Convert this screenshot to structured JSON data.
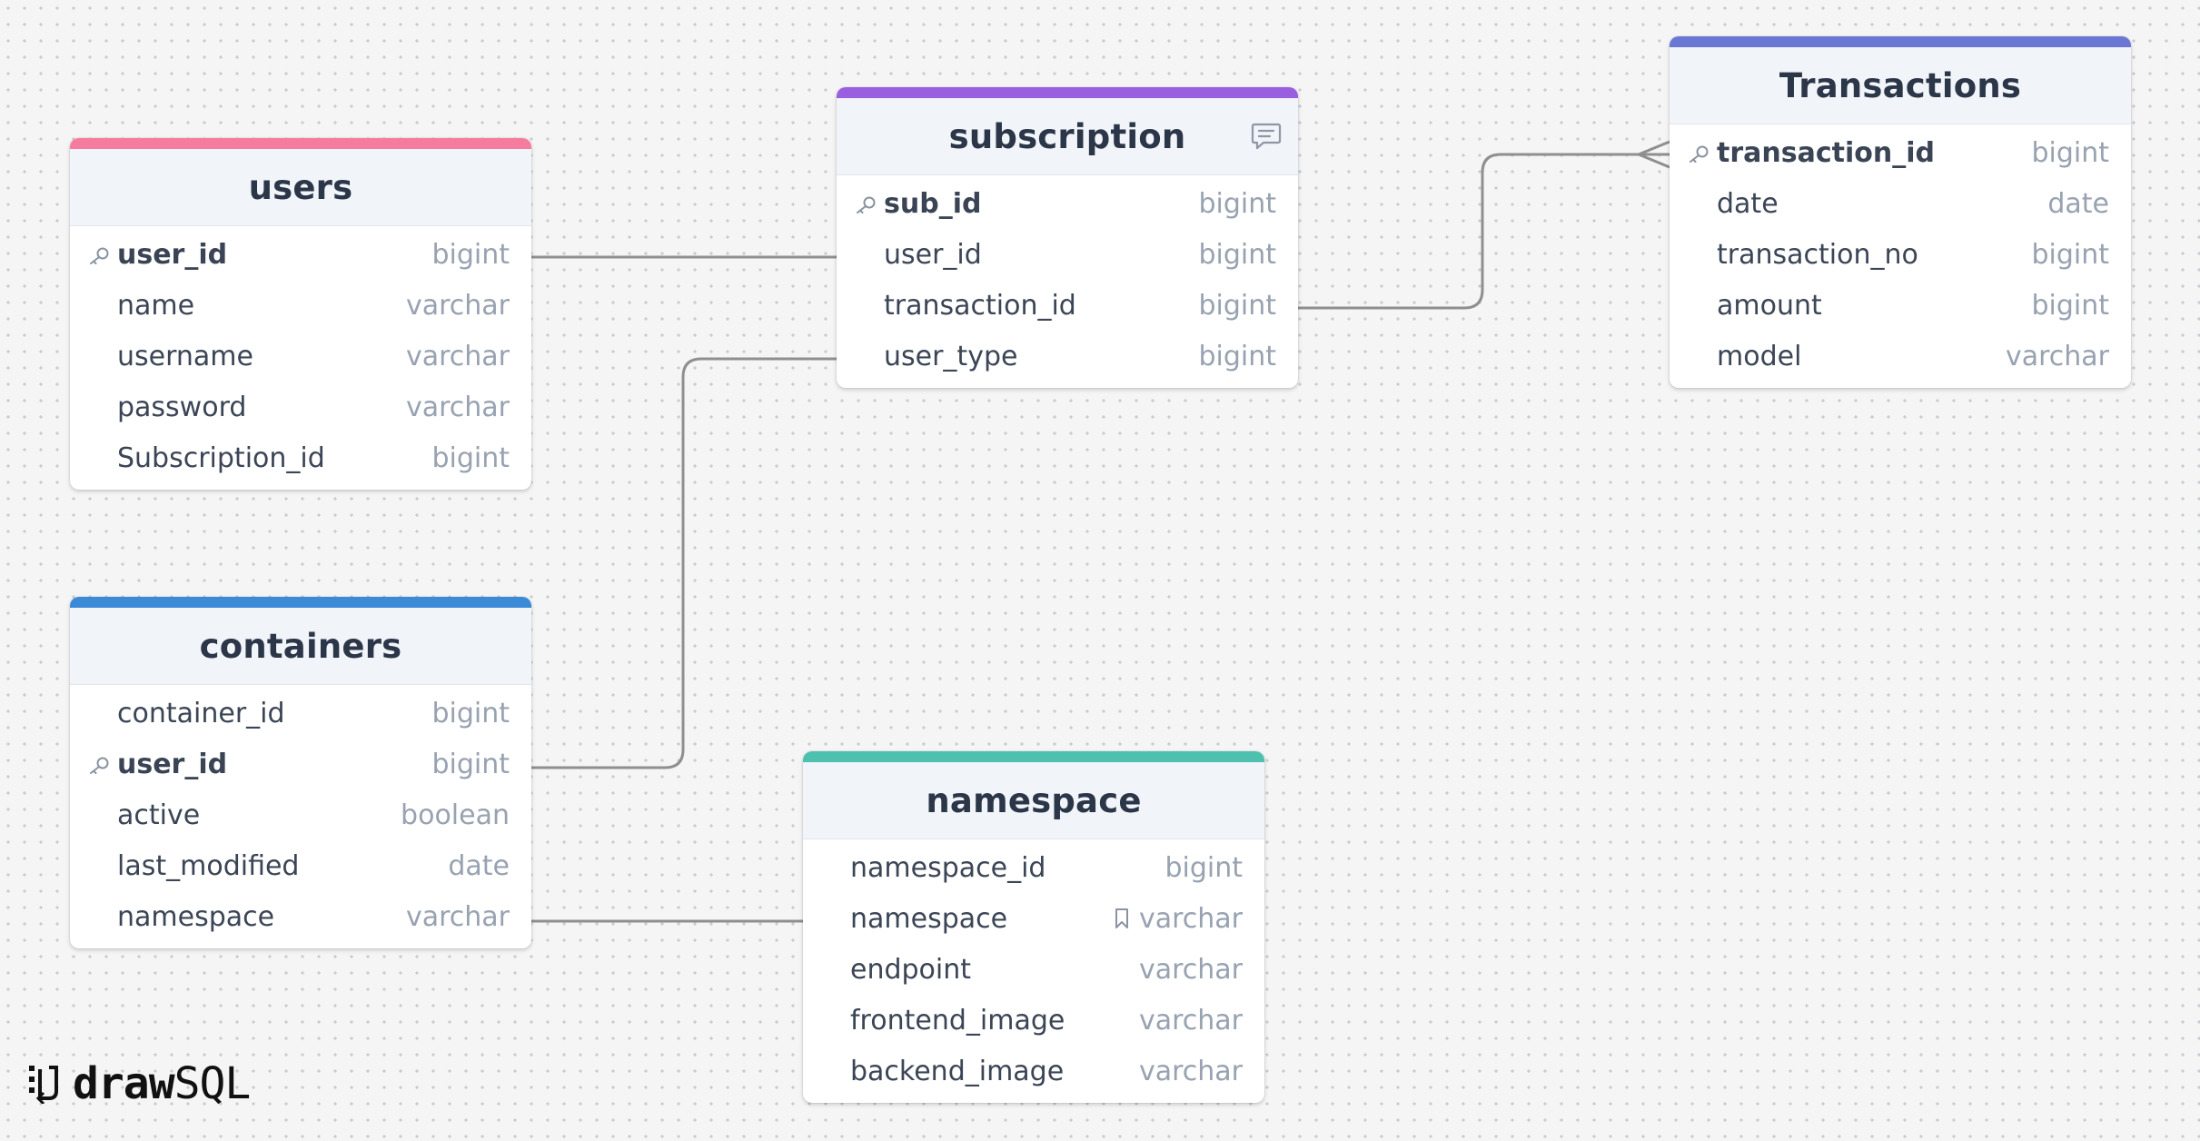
{
  "tables": [
    {
      "name": "users",
      "color": "#f67c9f",
      "has_comment": false,
      "columns": [
        {
          "name": "user_id",
          "type": "bigint",
          "pk": true,
          "indexed": false
        },
        {
          "name": "name",
          "type": "varchar",
          "pk": false,
          "indexed": false
        },
        {
          "name": "username",
          "type": "varchar",
          "pk": false,
          "indexed": false
        },
        {
          "name": "password",
          "type": "varchar",
          "pk": false,
          "indexed": false
        },
        {
          "name": "Subscription_id",
          "type": "bigint",
          "pk": false,
          "indexed": false
        }
      ]
    },
    {
      "name": "subscription",
      "color": "#9a5fe0",
      "has_comment": true,
      "columns": [
        {
          "name": "sub_id",
          "type": "bigint",
          "pk": true,
          "indexed": false
        },
        {
          "name": "user_id",
          "type": "bigint",
          "pk": false,
          "indexed": false
        },
        {
          "name": "transaction_id",
          "type": "bigint",
          "pk": false,
          "indexed": false
        },
        {
          "name": "user_type",
          "type": "bigint",
          "pk": false,
          "indexed": false
        }
      ]
    },
    {
      "name": "Transactions",
      "color": "#6b77d4",
      "has_comment": false,
      "columns": [
        {
          "name": "transaction_id",
          "type": "bigint",
          "pk": true,
          "indexed": false
        },
        {
          "name": "date",
          "type": "date",
          "pk": false,
          "indexed": false
        },
        {
          "name": "transaction_no",
          "type": "bigint",
          "pk": false,
          "indexed": false
        },
        {
          "name": "amount",
          "type": "bigint",
          "pk": false,
          "indexed": false
        },
        {
          "name": "model",
          "type": "varchar",
          "pk": false,
          "indexed": false
        }
      ]
    },
    {
      "name": "containers",
      "color": "#3a8ad8",
      "has_comment": false,
      "columns": [
        {
          "name": "container_id",
          "type": "bigint",
          "pk": false,
          "indexed": false
        },
        {
          "name": "user_id",
          "type": "bigint",
          "pk": true,
          "indexed": false
        },
        {
          "name": "active",
          "type": "boolean",
          "pk": false,
          "indexed": false
        },
        {
          "name": "last_modified",
          "type": "date",
          "pk": false,
          "indexed": false
        },
        {
          "name": "namespace",
          "type": "varchar",
          "pk": false,
          "indexed": false
        }
      ]
    },
    {
      "name": "namespace",
      "color": "#4dc0b0",
      "has_comment": false,
      "columns": [
        {
          "name": "namespace_id",
          "type": "bigint",
          "pk": false,
          "indexed": false
        },
        {
          "name": "namespace",
          "type": "varchar",
          "pk": false,
          "indexed": true
        },
        {
          "name": "endpoint",
          "type": "varchar",
          "pk": false,
          "indexed": false
        },
        {
          "name": "frontend_image",
          "type": "varchar",
          "pk": false,
          "indexed": false
        },
        {
          "name": "backend_image",
          "type": "varchar",
          "pk": false,
          "indexed": false
        }
      ]
    }
  ],
  "relations": [
    {
      "from": "users.user_id",
      "to": "subscription.user_id",
      "cardinality": "one-to-one"
    },
    {
      "from": "subscription.user_type",
      "to": "containers.user_id",
      "cardinality": "one-to-one"
    },
    {
      "from": "subscription.transaction_id",
      "to": "Transactions.transaction_id",
      "cardinality": "one-to-many"
    },
    {
      "from": "containers.namespace",
      "to": "namespace.namespace",
      "cardinality": "one-to-one"
    }
  ],
  "logo": {
    "bold": "draw",
    "regular": "SQL"
  },
  "line_color": "#8f8f8f"
}
